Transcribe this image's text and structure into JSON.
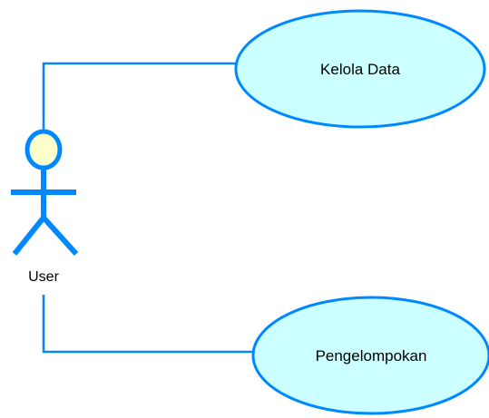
{
  "diagram": {
    "actor": {
      "name": "User",
      "head_fill": "#ffffcc",
      "line_color": "#0088ff"
    },
    "use_cases": [
      {
        "label": "Kelola Data"
      },
      {
        "label": "Pengelompokan"
      }
    ],
    "colors": {
      "use_case_fill": "#ccffff",
      "use_case_stroke": "#0088ff",
      "association": "#0088ff"
    }
  }
}
